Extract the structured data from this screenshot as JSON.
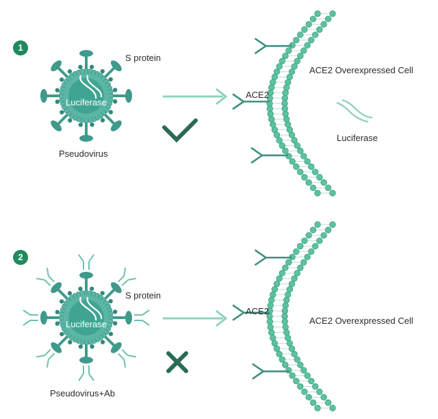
{
  "colors": {
    "virus_body": "#5cb6a6",
    "virus_core": "#3fa592",
    "virus_dark": "#2f8a7a",
    "spike": "#3f9a8c",
    "arrow": "#8fd2be",
    "check": "#2b6a56",
    "membrane_bead": "#5cc2a2",
    "membrane_bead_stroke": "#3d9e80",
    "receptor": "#3f8f7f",
    "antibody": "#6dbfae",
    "badge": "#1f8a5b"
  },
  "panel1": {
    "step": "1",
    "spike_label": "S protein",
    "virus_label": "Pseudovirus",
    "core_label": "Luciferase",
    "receptor_label": "ACE2",
    "cell_label": "ACE2 Overexpressed Cell",
    "released_label": "Luciferase",
    "result_icon": "check-icon"
  },
  "panel2": {
    "step": "2",
    "spike_label": "S protein",
    "virus_label": "Pseudovirus+Ab",
    "core_label": "Luciferase",
    "receptor_label": "ACE2",
    "cell_label": "ACE2 Overexpressed Cell",
    "result_icon": "cross-icon"
  }
}
